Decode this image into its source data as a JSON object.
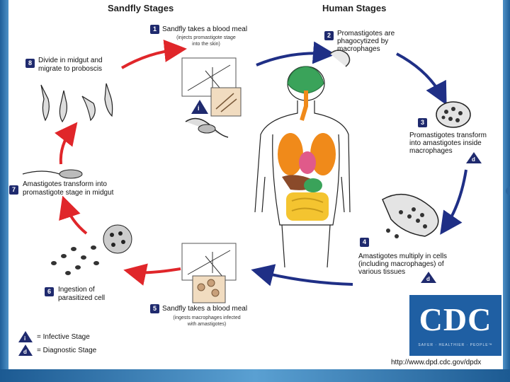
{
  "headers": {
    "sandfly": "Sandfly Stages",
    "human": "Human Stages"
  },
  "stages": [
    {
      "num": "1",
      "label": "Sandfly takes a blood meal",
      "sub1": "(injects promastigote stage",
      "sub2": "into the skin)"
    },
    {
      "num": "2",
      "label1": "Promastigotes are",
      "label2": "phagocytized by",
      "label3": "macrophages"
    },
    {
      "num": "3",
      "label1": "Promastigotes transform",
      "label2": "into amastigotes inside",
      "label3": "macrophages"
    },
    {
      "num": "4",
      "label1": "Amastigotes multiply in cells",
      "label2": "(including macrophages) of",
      "label3": "various tissues"
    },
    {
      "num": "5",
      "label": "Sandfly takes a blood meal",
      "sub1": "(ingests macrophages infected",
      "sub2": "with amastigotes)"
    },
    {
      "num": "6",
      "label1": "Ingestion of",
      "label2": "parasitized cell"
    },
    {
      "num": "7",
      "label1": "Amastigotes transform into",
      "label2": "promastigote stage in midgut"
    },
    {
      "num": "8",
      "label1": "Divide in midgut and",
      "label2": "migrate to proboscis"
    }
  ],
  "markers": {
    "infective": "i",
    "diagnostic": "d"
  },
  "legend": {
    "infective": "= Infective Stage",
    "diagnostic": "= Diagnostic Stage"
  },
  "logo": {
    "letters": "CDC",
    "tagline": "SAFER · HEALTHIER · PEOPLE™"
  },
  "url": "http://www.dpd.cdc.gov/dpdx",
  "colors": {
    "sandfly_arrow": "#e0262a",
    "human_arrow": "#1f2f86",
    "number_badge": "#1f2a6e",
    "logo_bg": "#1f5fa3"
  }
}
